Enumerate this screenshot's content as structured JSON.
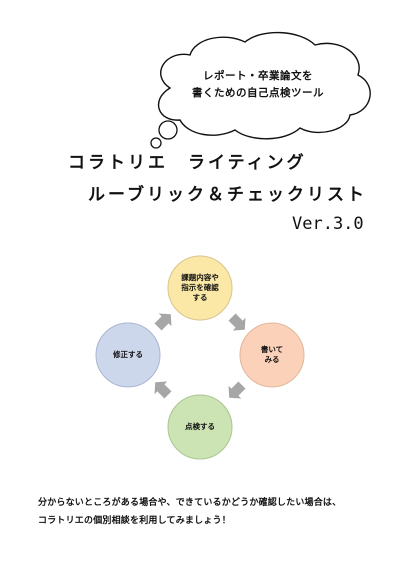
{
  "bubble": {
    "line1": "レポート・卒業論文を",
    "line2": "書くための自己点検ツール"
  },
  "title": {
    "line1": "コラトリエ　ライティング",
    "line2": "ルーブリック＆チェックリスト"
  },
  "version": "Ver.3.0",
  "cycle": {
    "steps": [
      {
        "label": "課題内容や\n指示を確認\nする",
        "color": "#fbe8a6"
      },
      {
        "label": "書いて\nみる",
        "color": "#fbd2b9"
      },
      {
        "label": "点検する",
        "color": "#cce3b4"
      },
      {
        "label": "修正する",
        "color": "#cdd7ec"
      }
    ],
    "arrow_color": "#a6a6a6"
  },
  "footer": {
    "line1": "分からないところがある場合や、できているかどうか確認したい場合は、",
    "line2": "コラトリエの個別相談を利用してみましょう！"
  }
}
